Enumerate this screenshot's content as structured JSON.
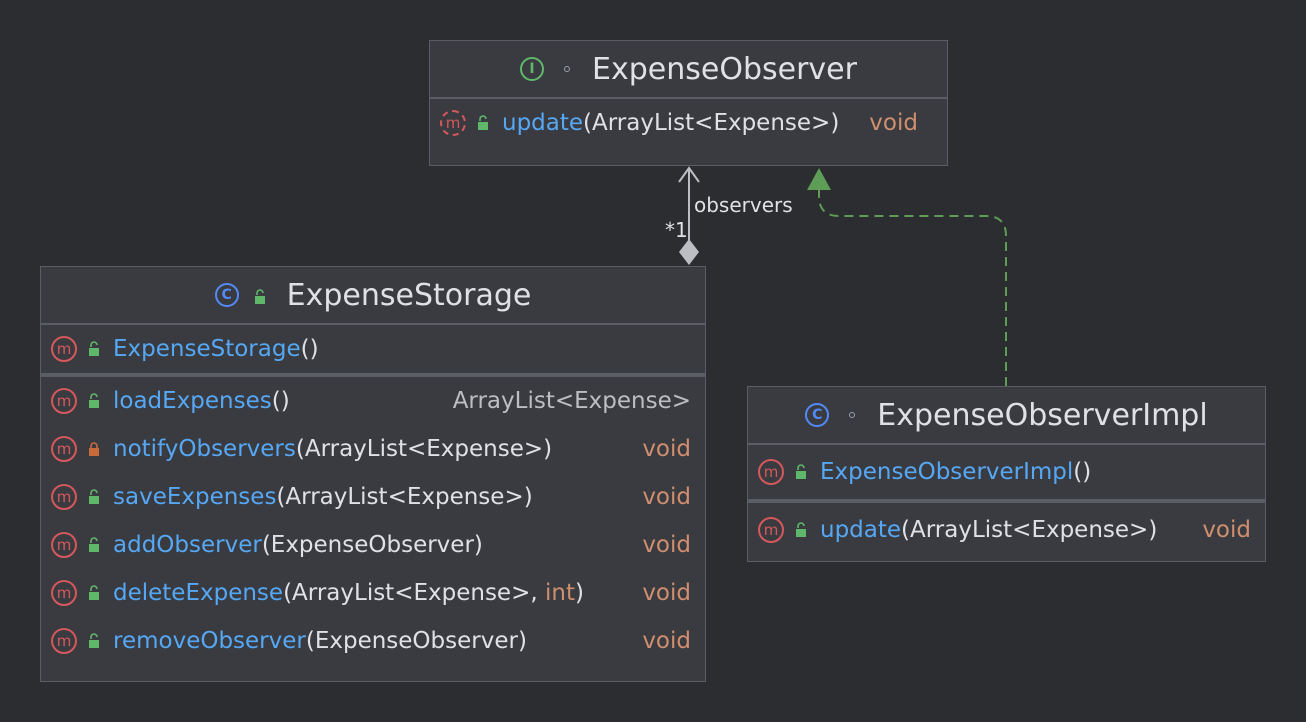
{
  "colors": {
    "background": "#2b2d30",
    "box_fill": "#393b40",
    "box_border": "#5a5d63",
    "method_name": "#56a8f5",
    "return_type": "#cf8e6d",
    "method_icon": "#d6585b",
    "interface_icon": "#5fb86a",
    "class_icon": "#548af7",
    "realization_line": "#5e9d55"
  },
  "observer": {
    "kind_icon": "interface-icon",
    "kind_letter": "I",
    "name": "ExpenseObserver",
    "methods": [
      {
        "icon": "abstract-method-icon",
        "visibility": "public",
        "name": "update",
        "params": "(ArrayList<Expense>)",
        "return": "void"
      }
    ]
  },
  "storage": {
    "kind_icon": "class-icon",
    "kind_letter": "C",
    "name": "ExpenseStorage",
    "constructors": [
      {
        "name": "ExpenseStorage",
        "params": "()"
      }
    ],
    "methods": [
      {
        "name": "loadExpenses",
        "visibility": "public",
        "params": "()",
        "return": "ArrayList<Expense>"
      },
      {
        "name": "notifyObservers",
        "visibility": "private",
        "params": "(ArrayList<Expense>)",
        "return": "void"
      },
      {
        "name": "saveExpenses",
        "visibility": "public",
        "params": "(ArrayList<Expense>)",
        "return": "void"
      },
      {
        "name": "addObserver",
        "visibility": "public",
        "params": "(ExpenseObserver)",
        "return": "void"
      },
      {
        "name": "deleteExpense",
        "visibility": "public",
        "params_a": "(ArrayList<Expense>, ",
        "params_kw": "int",
        "params_b": ")",
        "return": "void"
      },
      {
        "name": "removeObserver",
        "visibility": "public",
        "params": "(ExpenseObserver)",
        "return": "void"
      }
    ]
  },
  "impl": {
    "kind_icon": "class-icon",
    "kind_letter": "C",
    "name": "ExpenseObserverImpl",
    "constructors": [
      {
        "name": "ExpenseObserverImpl",
        "params": "()"
      }
    ],
    "methods": [
      {
        "name": "update",
        "visibility": "public",
        "params": "(ArrayList<Expense>)",
        "return": "void"
      }
    ]
  },
  "edges": {
    "aggregation": {
      "role": "observers",
      "multiplicity": "*1"
    },
    "realization": {
      "from": "ExpenseObserverImpl",
      "to": "ExpenseObserver"
    }
  },
  "method_icon_letter": "m"
}
